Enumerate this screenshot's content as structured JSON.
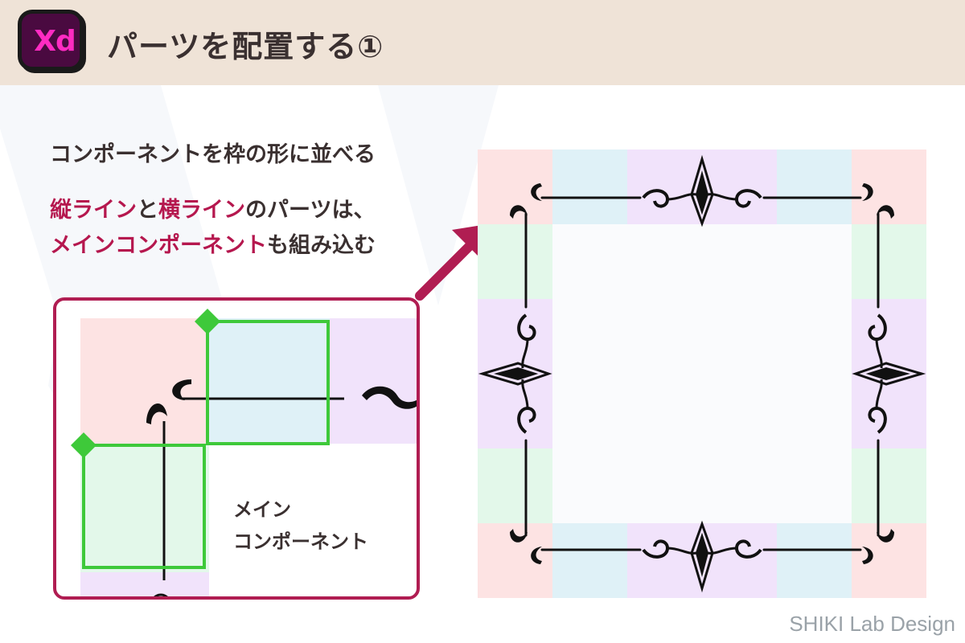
{
  "header": {
    "logo_text": "Xd",
    "title": "パーツを配置する①"
  },
  "subtitle": "コンポーネントを枠の形に並べる",
  "note": {
    "line1_hl1": "縦ライン",
    "line1_mid": "と",
    "line1_hl2": "横ライン",
    "line1_end": "のパーツは、",
    "line2_hl": "メインコンポーネント",
    "line2_end": "も組み込む"
  },
  "inset": {
    "label_line1": "メイン",
    "label_line2": "コンポーネント"
  },
  "credit": "SHIKI Lab Design",
  "colors": {
    "header_bg": "#efe3d7",
    "accent": "#b5174e",
    "pink": "#fde3e3",
    "blue": "#dff1f7",
    "purple": "#f1e3fb",
    "green": "#e3f8ea",
    "component_outline": "#3ec93a"
  },
  "icons": [
    "xd-logo-icon",
    "arrow-icon",
    "ornament-icon"
  ]
}
